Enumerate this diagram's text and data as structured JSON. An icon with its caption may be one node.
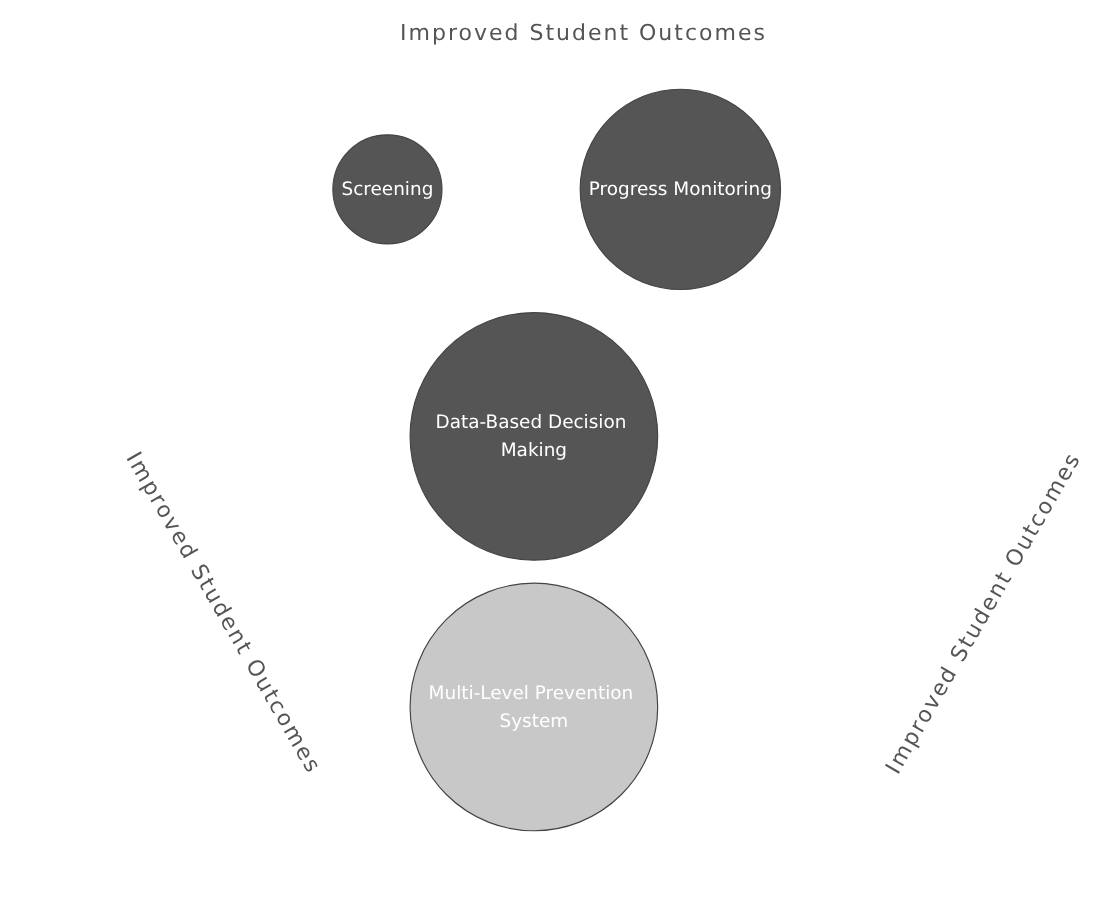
{
  "diagram": {
    "nodes": [
      {
        "text": [
          "Screening"
        ]
      },
      {
        "text": [
          "Progress Monitoring"
        ]
      },
      {
        "text": [
          "Data-Based Decision Making"
        ]
      },
      {
        "text": [
          "Multi-Level Prevention System"
        ]
      }
    ],
    "labels": [
      "Improved Student Outcomes",
      "Improved Student Outcomes",
      "Improved Student Outcomes"
    ]
  }
}
